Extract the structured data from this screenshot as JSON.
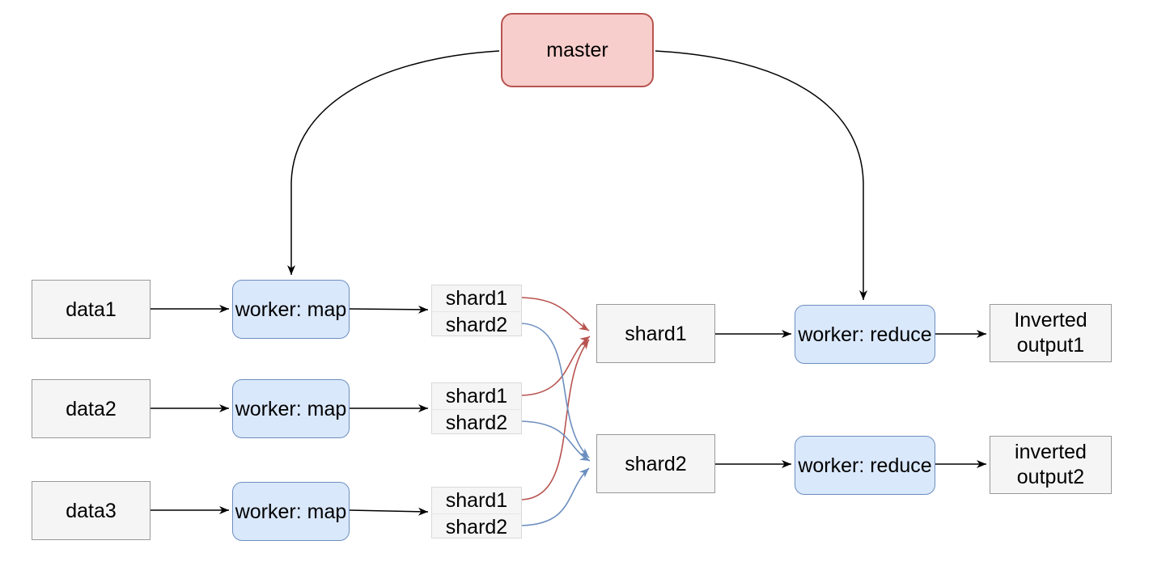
{
  "diagram_title": "mapreduce-inverted-index-flow",
  "nodes": {
    "master": "master",
    "map_rows": [
      {
        "data": "data1",
        "worker": "worker: map",
        "shard1": "shard1",
        "shard2": "shard2"
      },
      {
        "data": "data2",
        "worker": "worker: map",
        "shard1": "shard1",
        "shard2": "shard2"
      },
      {
        "data": "data3",
        "worker": "worker: map",
        "shard1": "shard1",
        "shard2": "shard2"
      }
    ],
    "merged": {
      "shard1": "shard1",
      "shard2": "shard2"
    },
    "reduce_rows": [
      {
        "worker": "worker: reduce",
        "output_line1": "Inverted",
        "output_line2": "output1"
      },
      {
        "worker": "worker: reduce",
        "output_line1": "inverted",
        "output_line2": "output2"
      }
    ]
  },
  "edges": [
    {
      "from": "master",
      "to": "worker-map-1",
      "style": "curved",
      "color": "#000000"
    },
    {
      "from": "master",
      "to": "worker-reduce-1",
      "style": "curved",
      "color": "#000000"
    },
    {
      "from": "data1",
      "to": "worker-map-1",
      "style": "straight",
      "color": "#000000"
    },
    {
      "from": "data2",
      "to": "worker-map-2",
      "style": "straight",
      "color": "#000000"
    },
    {
      "from": "data3",
      "to": "worker-map-3",
      "style": "straight",
      "color": "#000000"
    },
    {
      "from": "worker-map-1",
      "to": "shard-list-1",
      "style": "straight",
      "color": "#000000"
    },
    {
      "from": "worker-map-2",
      "to": "shard-list-2",
      "style": "straight",
      "color": "#000000"
    },
    {
      "from": "worker-map-3",
      "to": "shard-list-3",
      "style": "straight",
      "color": "#000000"
    },
    {
      "from": "shard-list-1.shard1",
      "to": "merged-shard1",
      "style": "curved",
      "color": "#b85450"
    },
    {
      "from": "shard-list-2.shard1",
      "to": "merged-shard1",
      "style": "curved",
      "color": "#b85450"
    },
    {
      "from": "shard-list-3.shard1",
      "to": "merged-shard1",
      "style": "curved",
      "color": "#b85450"
    },
    {
      "from": "shard-list-1.shard2",
      "to": "merged-shard2",
      "style": "curved",
      "color": "#6c8ebf"
    },
    {
      "from": "shard-list-2.shard2",
      "to": "merged-shard2",
      "style": "curved",
      "color": "#6c8ebf"
    },
    {
      "from": "shard-list-3.shard2",
      "to": "merged-shard2",
      "style": "curved",
      "color": "#6c8ebf"
    },
    {
      "from": "merged-shard1",
      "to": "worker-reduce-1",
      "style": "straight",
      "color": "#000000"
    },
    {
      "from": "merged-shard2",
      "to": "worker-reduce-2",
      "style": "straight",
      "color": "#000000"
    },
    {
      "from": "worker-reduce-1",
      "to": "output1",
      "style": "straight",
      "color": "#000000"
    },
    {
      "from": "worker-reduce-2",
      "to": "output2",
      "style": "straight",
      "color": "#000000"
    }
  ],
  "palette": {
    "master_fill": "#f8cecc",
    "master_stroke": "#b85450",
    "worker_fill": "#dae8fc",
    "worker_stroke": "#6c8ebf",
    "box_fill": "#f5f5f5",
    "box_stroke": "#999999",
    "list_stroke": "#d9d9d9",
    "edge_black": "#000000",
    "edge_red": "#b85450",
    "edge_blue": "#6c8ebf",
    "background": "#ffffff"
  }
}
